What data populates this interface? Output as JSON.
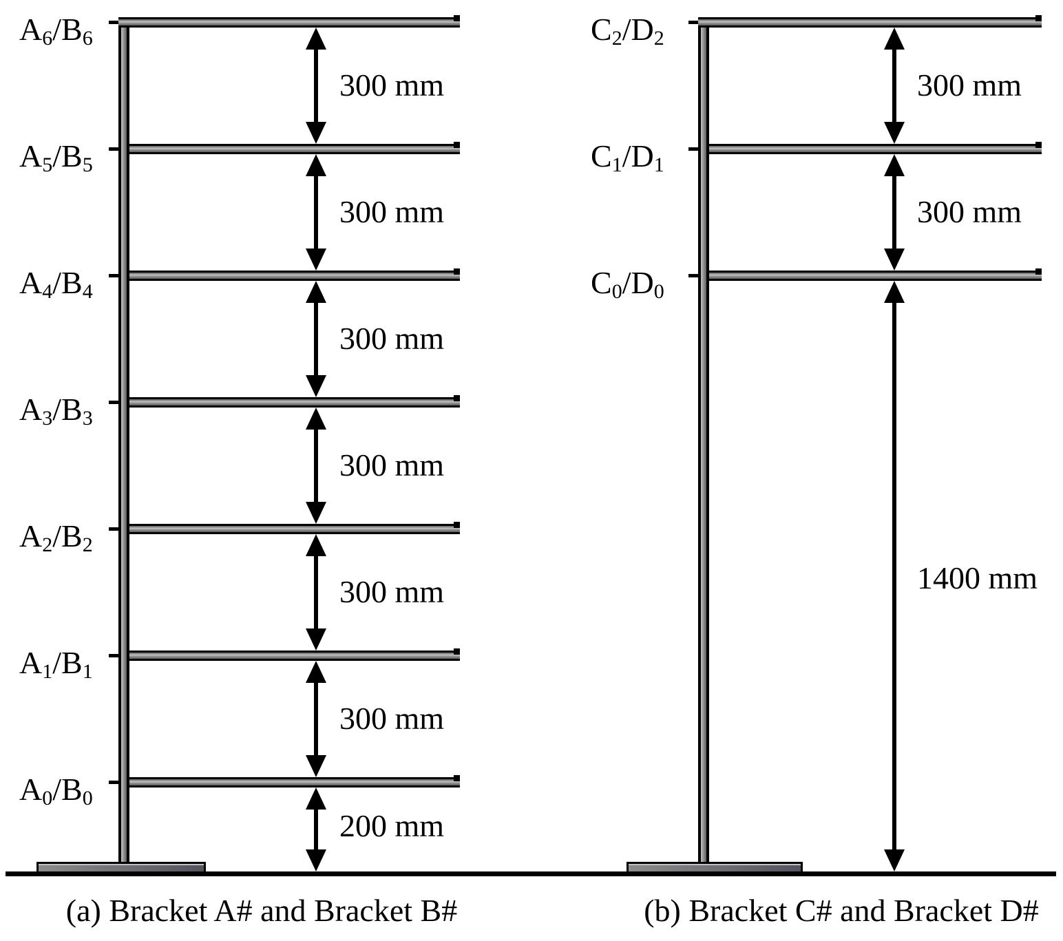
{
  "colors": {
    "outline": "#000000",
    "steel_light": "#c2c2c2",
    "steel_mid": "#8c8c8c",
    "steel_dark": "#5e5e5e",
    "base_dark": "#53535e",
    "background": "#ffffff"
  },
  "panels": [
    {
      "id": "a",
      "caption": "(a) Bracket A# and Bracket B#",
      "label_separator": "/",
      "levels": [
        {
          "first": "A",
          "first_sub": "6",
          "second": "B",
          "second_sub": "6"
        },
        {
          "first": "A",
          "first_sub": "5",
          "second": "B",
          "second_sub": "5"
        },
        {
          "first": "A",
          "first_sub": "4",
          "second": "B",
          "second_sub": "4"
        },
        {
          "first": "A",
          "first_sub": "3",
          "second": "B",
          "second_sub": "3"
        },
        {
          "first": "A",
          "first_sub": "2",
          "second": "B",
          "second_sub": "2"
        },
        {
          "first": "A",
          "first_sub": "1",
          "second": "B",
          "second_sub": "1"
        },
        {
          "first": "A",
          "first_sub": "0",
          "second": "B",
          "second_sub": "0"
        }
      ],
      "gaps": [
        "300 mm",
        "300 mm",
        "300 mm",
        "300 mm",
        "300 mm",
        "300 mm",
        "200 mm"
      ]
    },
    {
      "id": "b",
      "caption": "(b) Bracket C# and Bracket D#",
      "label_separator": "/",
      "levels": [
        {
          "first": "C",
          "first_sub": "2",
          "second": "D",
          "second_sub": "2"
        },
        {
          "first": "C",
          "first_sub": "1",
          "second": "D",
          "second_sub": "1"
        },
        {
          "first": "C",
          "first_sub": "0",
          "second": "D",
          "second_sub": "0"
        }
      ],
      "gaps": [
        "300 mm",
        "300 mm",
        "1400 mm"
      ]
    }
  ]
}
